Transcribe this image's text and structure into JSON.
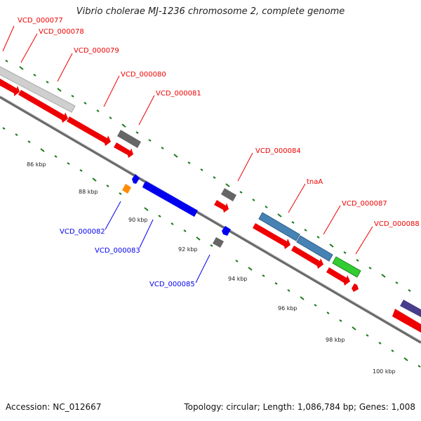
{
  "header": {
    "title": "Vibrio cholerae MJ-1236 chromosome 2, complete genome"
  },
  "footer": {
    "accession": "Accession: NC_012667",
    "summary": "Topology: circular; Length: 1,086,784 bp; Genes: 1,008"
  },
  "colors": {
    "red": "#ee0000",
    "blue": "#0000ee",
    "grey": "#707070",
    "lightgrey": "#cccccc",
    "steelblue": "#4682b4",
    "green": "#33cc33",
    "orange": "#ff8c00",
    "purple": "#483d8b",
    "tick": "#1a7a1a"
  },
  "scale_labels": [
    "86 kbp",
    "88 kbp",
    "90 kbp",
    "92 kbp",
    "94 kbp",
    "96 kbp",
    "98 kbp",
    "100 kbp"
  ],
  "genes": {
    "g77": "VCD_000077",
    "g78": "VCD_000078",
    "g79": "VCD_000079",
    "g80": "VCD_000080",
    "g81": "VCD_000081",
    "g82": "VCD_000082",
    "g83": "VCD_000083",
    "g84": "VCD_000084",
    "g85": "VCD_000085",
    "tnaA": "tnaA",
    "g87": "VCD_000087",
    "g88": "VCD_000088"
  }
}
